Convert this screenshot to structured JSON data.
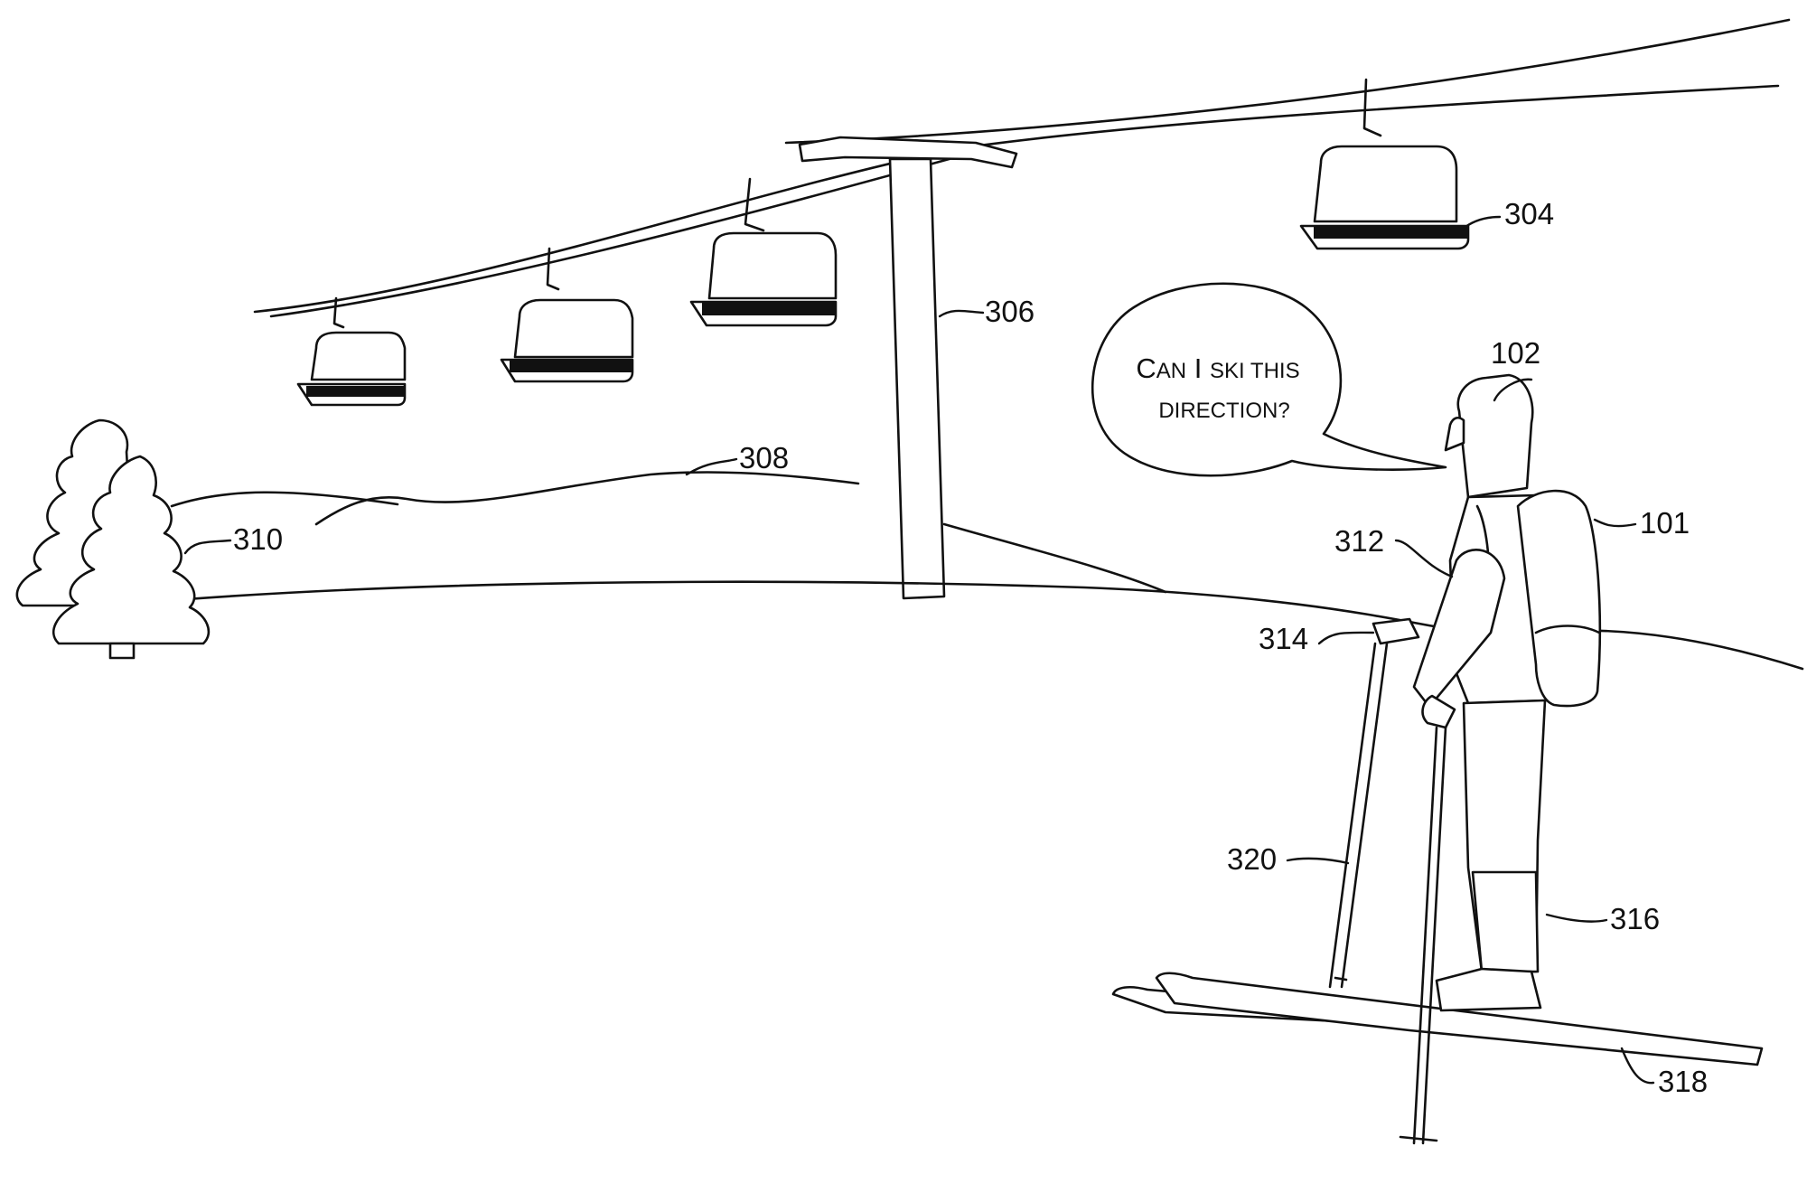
{
  "speech_bubble": {
    "line1_big": "C",
    "line1_rest": "AN",
    "line1_big2": "I",
    "line1_word": "SKI THIS",
    "line2": "DIRECTION?"
  },
  "reference_numerals": {
    "backpack": "101",
    "user": "102",
    "chair_far": "304",
    "lift_tower": "306",
    "hill": "308",
    "trees": "310",
    "strap": "312",
    "hand": "314",
    "boot_leg": "316",
    "skis": "318",
    "pole": "320"
  }
}
